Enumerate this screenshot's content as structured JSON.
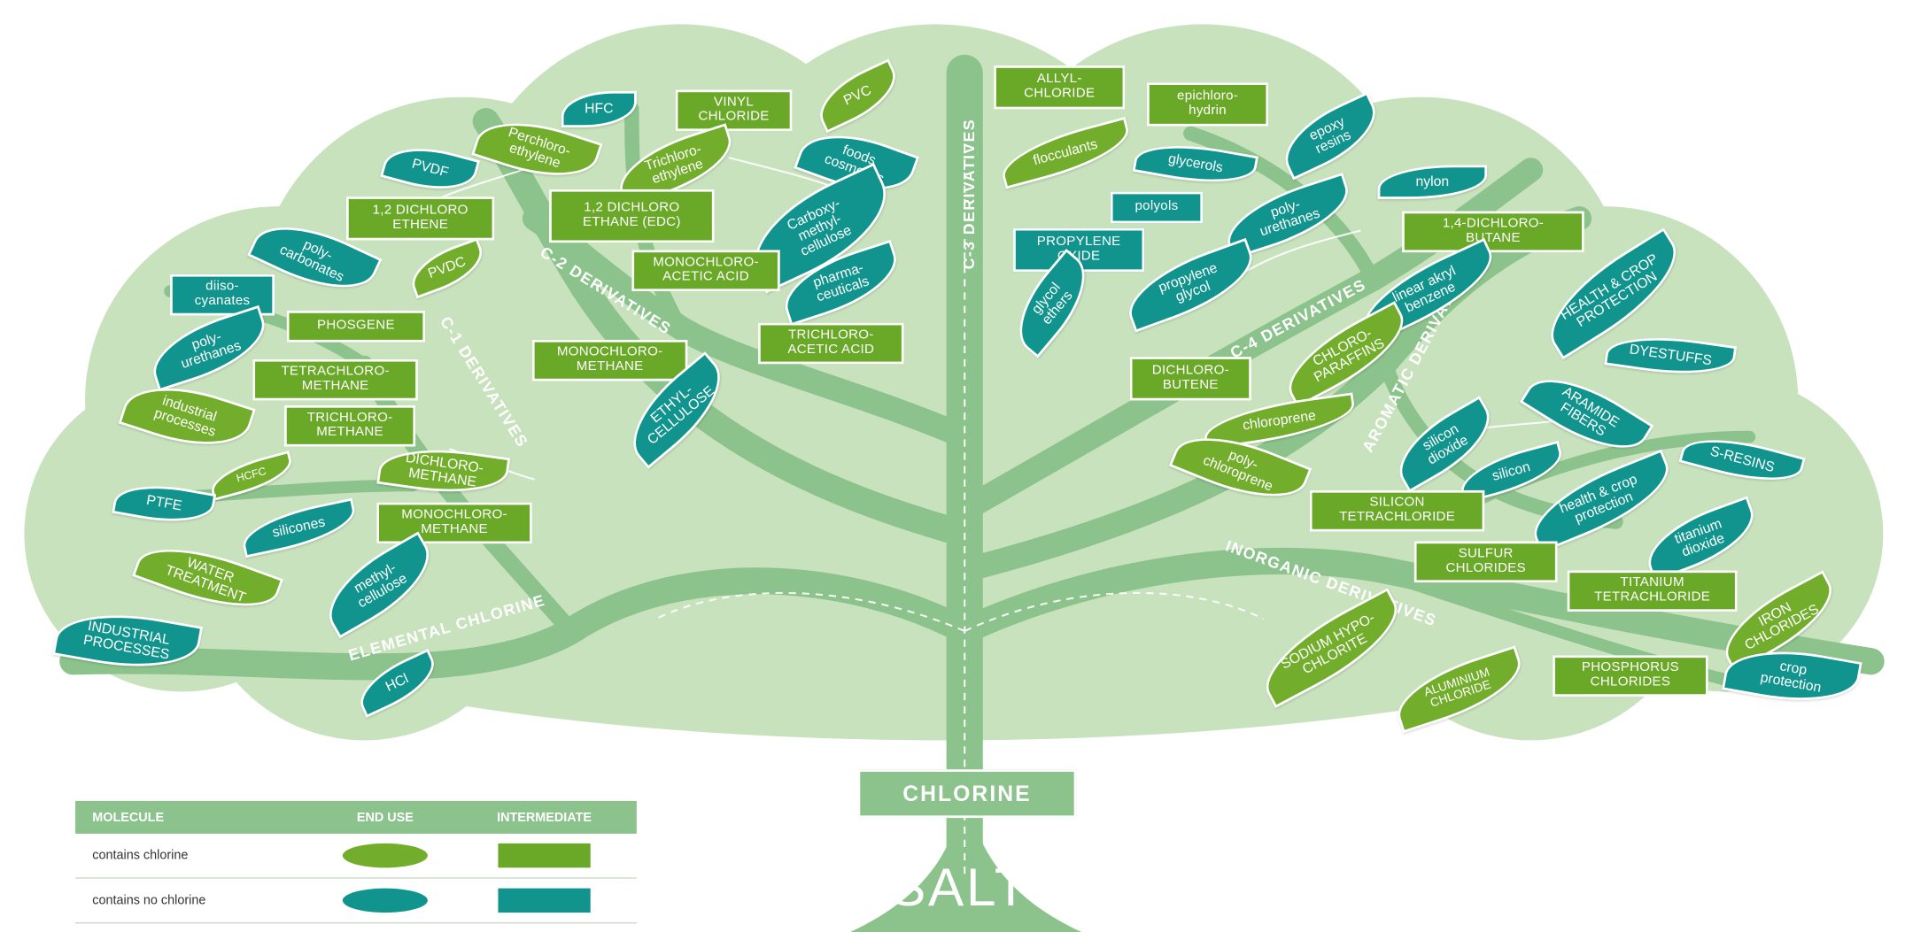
{
  "colors": {
    "canopy": "#c8e2bd",
    "branch": "#8cc28c",
    "intermediate": "#6aa828",
    "leaf_chlorine": "#72ad2c",
    "leaf_no_chlorine": "#12948e"
  },
  "trunk": {
    "label": "CHLORINE",
    "root": "SALT"
  },
  "branches": [
    {
      "id": "c1",
      "label": "C-1 DERIVATIVES"
    },
    {
      "id": "c2",
      "label": "C-2 DERIVATIVES"
    },
    {
      "id": "c3",
      "label": "C-3 DERIVATIVES"
    },
    {
      "id": "c4",
      "label": "C-4 DERIVATIVES"
    },
    {
      "id": "arom",
      "label": "AROMATIC DERIVATIVES"
    },
    {
      "id": "inorg",
      "label": "INORGANIC DERIVATIVES"
    },
    {
      "id": "elem",
      "label": "ELEMENTAL CHLORINE"
    }
  ],
  "nodes": [
    {
      "id": "hfc",
      "label": "HFC",
      "kind": "end_use",
      "chlorine": false
    },
    {
      "id": "perchloroethylene",
      "label": "Perchloro-\nethylene",
      "kind": "end_use",
      "chlorine": true
    },
    {
      "id": "vinyl_chloride",
      "label": "VINYL\nCHLORIDE",
      "kind": "intermediate",
      "chlorine": true
    },
    {
      "id": "pvc",
      "label": "PVC",
      "kind": "end_use",
      "chlorine": true
    },
    {
      "id": "trichloroethylene",
      "label": "Trichloro-\nethylene",
      "kind": "end_use",
      "chlorine": true
    },
    {
      "id": "pvdf",
      "label": "PVDF",
      "kind": "end_use",
      "chlorine": false
    },
    {
      "id": "dichloroethene",
      "label": "1,2 DICHLORO\nETHENE",
      "kind": "intermediate",
      "chlorine": true
    },
    {
      "id": "edc",
      "label": "1,2 DICHLORO\nETHANE (EDC)",
      "kind": "intermediate",
      "chlorine": true
    },
    {
      "id": "foods_cosmetics",
      "label": "foods\ncosmetics",
      "kind": "end_use",
      "chlorine": false
    },
    {
      "id": "carboxymethylcellulose",
      "label": "Carboxy-\nmethyl-\ncellulose",
      "kind": "end_use",
      "chlorine": false
    },
    {
      "id": "polycarbonates",
      "label": "poly-\ncarbonates",
      "kind": "end_use",
      "chlorine": false
    },
    {
      "id": "pvdc",
      "label": "PVDC",
      "kind": "end_use",
      "chlorine": true
    },
    {
      "id": "monochloroacetic",
      "label": "MONOCHLORO-\nACETIC ACID",
      "kind": "intermediate",
      "chlorine": true
    },
    {
      "id": "pharmaceuticals",
      "label": "pharma-\nceuticals",
      "kind": "end_use",
      "chlorine": false
    },
    {
      "id": "diisocyanates",
      "label": "diiso-\ncyanates",
      "kind": "intermediate",
      "chlorine": false
    },
    {
      "id": "phosgene",
      "label": "PHOSGENE",
      "kind": "intermediate",
      "chlorine": true
    },
    {
      "id": "polyurethanes_left",
      "label": "poly-\nurethanes",
      "kind": "end_use",
      "chlorine": false
    },
    {
      "id": "tetrachloromethane",
      "label": "TETRACHLORO-\nMETHANE",
      "kind": "intermediate",
      "chlorine": true
    },
    {
      "id": "monochloromethane_top",
      "label": "MONOCHLORO-\nMETHANE",
      "kind": "intermediate",
      "chlorine": true
    },
    {
      "id": "trichloroacetic",
      "label": "TRICHLORO-\nACETIC ACID",
      "kind": "intermediate",
      "chlorine": true
    },
    {
      "id": "industrial_processes",
      "label": "industrial\nprocesses",
      "kind": "end_use",
      "chlorine": true
    },
    {
      "id": "trichloromethane",
      "label": "TRICHLORO-\nMETHANE",
      "kind": "intermediate",
      "chlorine": true
    },
    {
      "id": "ethylcellulose",
      "label": "ETHYL-\nCELLULOSE",
      "kind": "end_use",
      "chlorine": false
    },
    {
      "id": "hcfc",
      "label": "HCFC",
      "kind": "end_use",
      "chlorine": true
    },
    {
      "id": "dichloromethane",
      "label": "DICHLORO-\nMETHANE",
      "kind": "end_use",
      "chlorine": true
    },
    {
      "id": "ptfe",
      "label": "PTFE",
      "kind": "end_use",
      "chlorine": false
    },
    {
      "id": "silicones",
      "label": "silicones",
      "kind": "end_use",
      "chlorine": false
    },
    {
      "id": "monochloromethane",
      "label": "MONOCHLORO-\nMETHANE",
      "kind": "intermediate",
      "chlorine": true
    },
    {
      "id": "water_treatment",
      "label": "WATER\nTREATMENT",
      "kind": "end_use",
      "chlorine": true
    },
    {
      "id": "methylcellulose",
      "label": "methyl-\ncellulose",
      "kind": "end_use",
      "chlorine": false
    },
    {
      "id": "industrial_processes_caps",
      "label": "INDUSTRIAL\nPROCESSES",
      "kind": "end_use",
      "chlorine": false
    },
    {
      "id": "hcl",
      "label": "HCl",
      "kind": "end_use",
      "chlorine": true
    },
    {
      "id": "allyl_chloride",
      "label": "ALLYL-\nCHLORIDE",
      "kind": "intermediate",
      "chlorine": true
    },
    {
      "id": "epichlorohydrin",
      "label": "epichloro-\nhydrin",
      "kind": "intermediate",
      "chlorine": true
    },
    {
      "id": "flocculants",
      "label": "flocculants",
      "kind": "end_use",
      "chlorine": true
    },
    {
      "id": "epoxy_resins",
      "label": "epoxy\nresins",
      "kind": "end_use",
      "chlorine": false
    },
    {
      "id": "glycerols",
      "label": "glycerols",
      "kind": "end_use",
      "chlorine": false
    },
    {
      "id": "nylon",
      "label": "nylon",
      "kind": "end_use",
      "chlorine": false
    },
    {
      "id": "polyols",
      "label": "polyols",
      "kind": "intermediate",
      "chlorine": false
    },
    {
      "id": "polyurethanes_right",
      "label": "poly-\nurethanes",
      "kind": "end_use",
      "chlorine": false
    },
    {
      "id": "dichlorobutane",
      "label": "1,4-DICHLORO-\nBUTANE",
      "kind": "intermediate",
      "chlorine": true
    },
    {
      "id": "propylene_oxide",
      "label": "PROPYLENE\nOXIDE",
      "kind": "intermediate",
      "chlorine": false
    },
    {
      "id": "propylene_glycol",
      "label": "propylene\nglycol",
      "kind": "end_use",
      "chlorine": false
    },
    {
      "id": "glycol_ethers",
      "label": "glycol\nethers",
      "kind": "end_use",
      "chlorine": false
    },
    {
      "id": "linear_akryl_benzene",
      "label": "linear akryl\nbenzene",
      "kind": "end_use",
      "chlorine": false
    },
    {
      "id": "health_crop_caps",
      "label": "HEALTH & CROP\nPROTECTION",
      "kind": "end_use",
      "chlorine": false
    },
    {
      "id": "chloroparaffins",
      "label": "CHLORO-\nPARAFFINS",
      "kind": "end_use",
      "chlorine": true
    },
    {
      "id": "dichlorobutene",
      "label": "DICHLORO-\nBUTENE",
      "kind": "intermediate",
      "chlorine": true
    },
    {
      "id": "dyestuffs",
      "label": "DYESTUFFS",
      "kind": "end_use",
      "chlorine": false
    },
    {
      "id": "aramide_fibers",
      "label": "ARAMIDE\nFIBERS",
      "kind": "end_use",
      "chlorine": false
    },
    {
      "id": "chloroprene",
      "label": "chloroprene",
      "kind": "end_use",
      "chlorine": true
    },
    {
      "id": "polychloroprene",
      "label": "poly-\nchloroprene",
      "kind": "end_use",
      "chlorine": true
    },
    {
      "id": "silicon_dioxide",
      "label": "silicon\ndioxide",
      "kind": "end_use",
      "chlorine": false
    },
    {
      "id": "s_resins",
      "label": "S-RESINS",
      "kind": "end_use",
      "chlorine": false
    },
    {
      "id": "silicon",
      "label": "silicon",
      "kind": "end_use",
      "chlorine": false
    },
    {
      "id": "health_crop",
      "label": "health & crop\nprotection",
      "kind": "end_use",
      "chlorine": false
    },
    {
      "id": "silicon_tetrachloride",
      "label": "SILICON\nTETRACHLORIDE",
      "kind": "intermediate",
      "chlorine": true
    },
    {
      "id": "titanium_dioxide",
      "label": "titanium\ndioxide",
      "kind": "end_use",
      "chlorine": false
    },
    {
      "id": "sulfur_chlorides",
      "label": "SULFUR\nCHLORIDES",
      "kind": "intermediate",
      "chlorine": true
    },
    {
      "id": "titanium_tetrachloride",
      "label": "TITANIUM\nTETRACHLORIDE",
      "kind": "intermediate",
      "chlorine": true
    },
    {
      "id": "iron_chlorides",
      "label": "IRON\nCHLORIDES",
      "kind": "end_use",
      "chlorine": true
    },
    {
      "id": "sodium_hypochlorite",
      "label": "SODIUM HYPO-\nCHLORITE",
      "kind": "end_use",
      "chlorine": true
    },
    {
      "id": "aluminium_chloride",
      "label": "ALUMINIUM\nCHLORIDE",
      "kind": "end_use",
      "chlorine": true
    },
    {
      "id": "phosphorus_chlorides",
      "label": "PHOSPHORUS\nCHLORIDES",
      "kind": "intermediate",
      "chlorine": true
    },
    {
      "id": "crop_protection",
      "label": "crop\nprotection",
      "kind": "end_use",
      "chlorine": false
    }
  ],
  "legend": {
    "headers": [
      "MOLECULE",
      "END USE",
      "INTERMEDIATE"
    ],
    "rows": [
      {
        "label": "contains chlorine",
        "chlorine": true
      },
      {
        "label": "contains no chlorine",
        "chlorine": false
      }
    ]
  }
}
